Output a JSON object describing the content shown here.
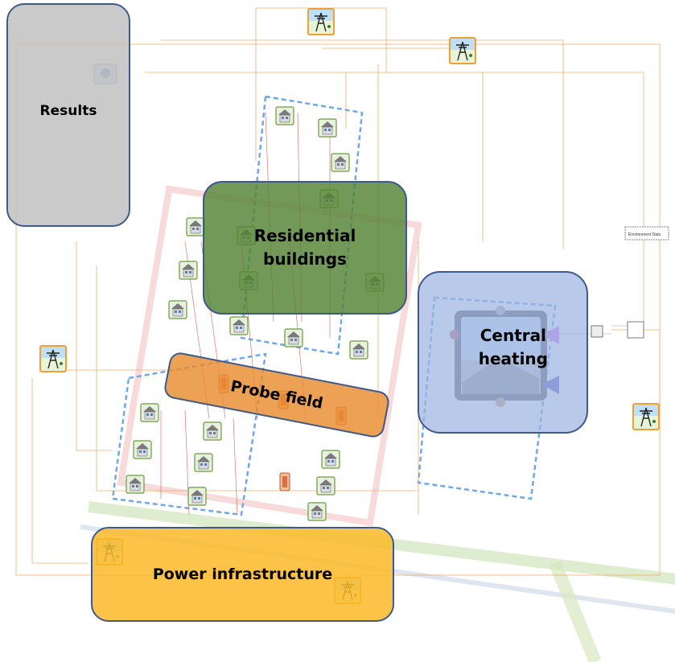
{
  "regions": {
    "results": "Results",
    "residential": "Residential buildings",
    "central": "Central heating",
    "probe": "Probe field",
    "power": "Power infrastructure"
  },
  "env_label": "Environment Data",
  "colors": {
    "results": "#bebebe",
    "residential": "#548235",
    "central": "#9eb4e2",
    "probe": "#e98c2f",
    "power": "#faba28",
    "border": "#3e5a8c",
    "wire_orange": "#f0a35a",
    "wire_red": "#d9534f",
    "dashed_blue": "#6fa8e8"
  },
  "icons": {
    "house": "house-icon",
    "pylon": "power-pylon-icon",
    "probe": "heat-probe-icon",
    "heating": "heating-plant-icon"
  }
}
